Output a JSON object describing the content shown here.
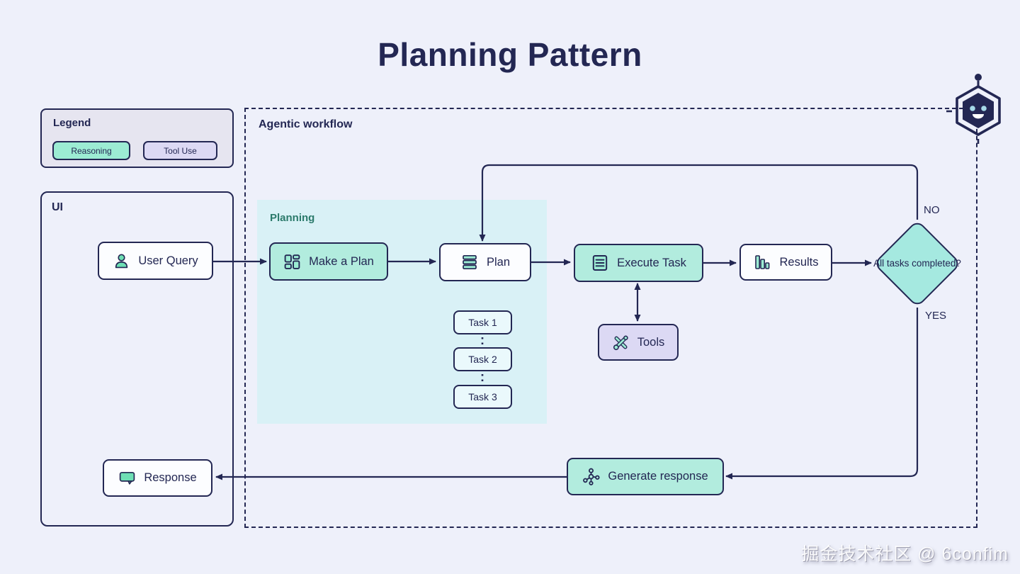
{
  "title": "Planning Pattern",
  "watermark": "掘金技术社区 @ 6confim",
  "colors": {
    "background": "#eef0fa",
    "ink": "#232753",
    "panel_fill": "#e6e5f0",
    "teal_chip": "#9cecd3",
    "teal_node": "#b2ecde",
    "diamond_fill": "#a5e9e0",
    "lavender_fill": "#dcd9f4",
    "planning_bg": "#d9f1f6",
    "planning_label": "#2b7a6b",
    "node_white": "#fcfdff",
    "task_fill": "#eaf9fc",
    "icon_green": "#6edfb4",
    "robot_eye": "#a6d9e8"
  },
  "legend": {
    "title": "Legend",
    "items": [
      {
        "label": "Reasoning"
      },
      {
        "label": "Tool Use"
      }
    ]
  },
  "ui_panel": {
    "title": "UI",
    "user_query": "User Query",
    "response": "Response"
  },
  "workflow": {
    "title": "Agentic workflow",
    "planning_group": {
      "title": "Planning",
      "make_a_plan": "Make a Plan",
      "plan": "Plan",
      "tasks": [
        "Task 1",
        "Task 2",
        "Task 3"
      ]
    },
    "execute_task": "Execute Task",
    "results": "Results",
    "tools": "Tools",
    "generate_response": "Generate response",
    "decision": {
      "label": "All tasks completed?",
      "no": "NO",
      "yes": "YES"
    }
  }
}
